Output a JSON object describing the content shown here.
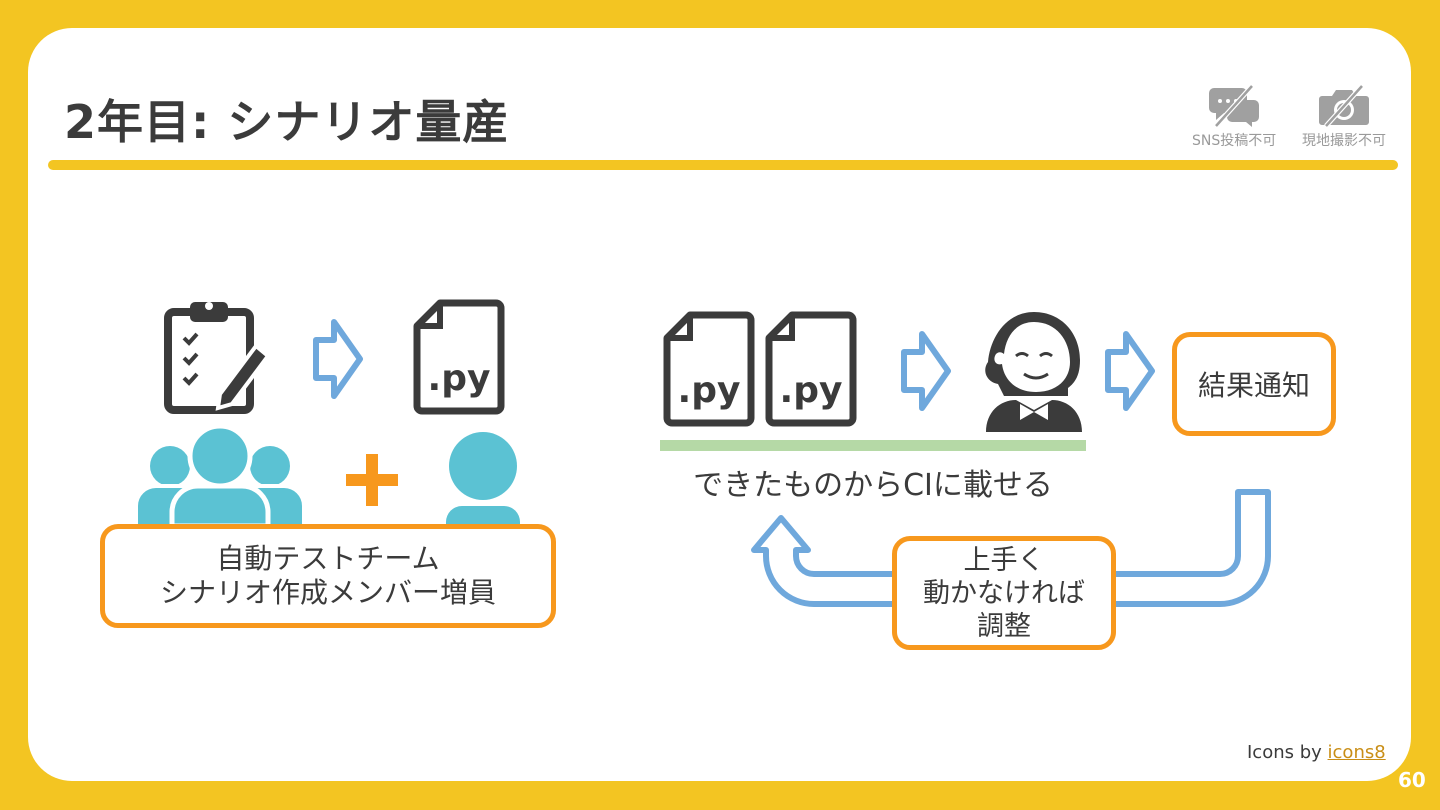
{
  "title": "2年目: シナリオ量産",
  "notices": [
    {
      "label": "SNS投稿不可",
      "icon": "no-sns-icon"
    },
    {
      "label": "現地撮影不可",
      "icon": "no-camera-icon"
    }
  ],
  "left": {
    "file_label": ".py",
    "box_lines": [
      "自動テストチーム",
      "シナリオ作成メンバー増員"
    ]
  },
  "right": {
    "file_labels": [
      ".py",
      ".py"
    ],
    "caption": "できたものからCIに載せる",
    "result_label": "結果通知",
    "loop_lines": [
      "上手く",
      "動かなければ",
      "調整"
    ]
  },
  "credit": {
    "prefix": "Icons by ",
    "link": "icons8"
  },
  "page_number": "60",
  "colors": {
    "background": "#F3C522",
    "accent_orange": "#F7981D",
    "arrow_blue": "#6FA8DC",
    "people_teal": "#5BC2D3",
    "ci_bar_green": "#B5D9A6",
    "icon_dark": "#3b3b3b"
  }
}
